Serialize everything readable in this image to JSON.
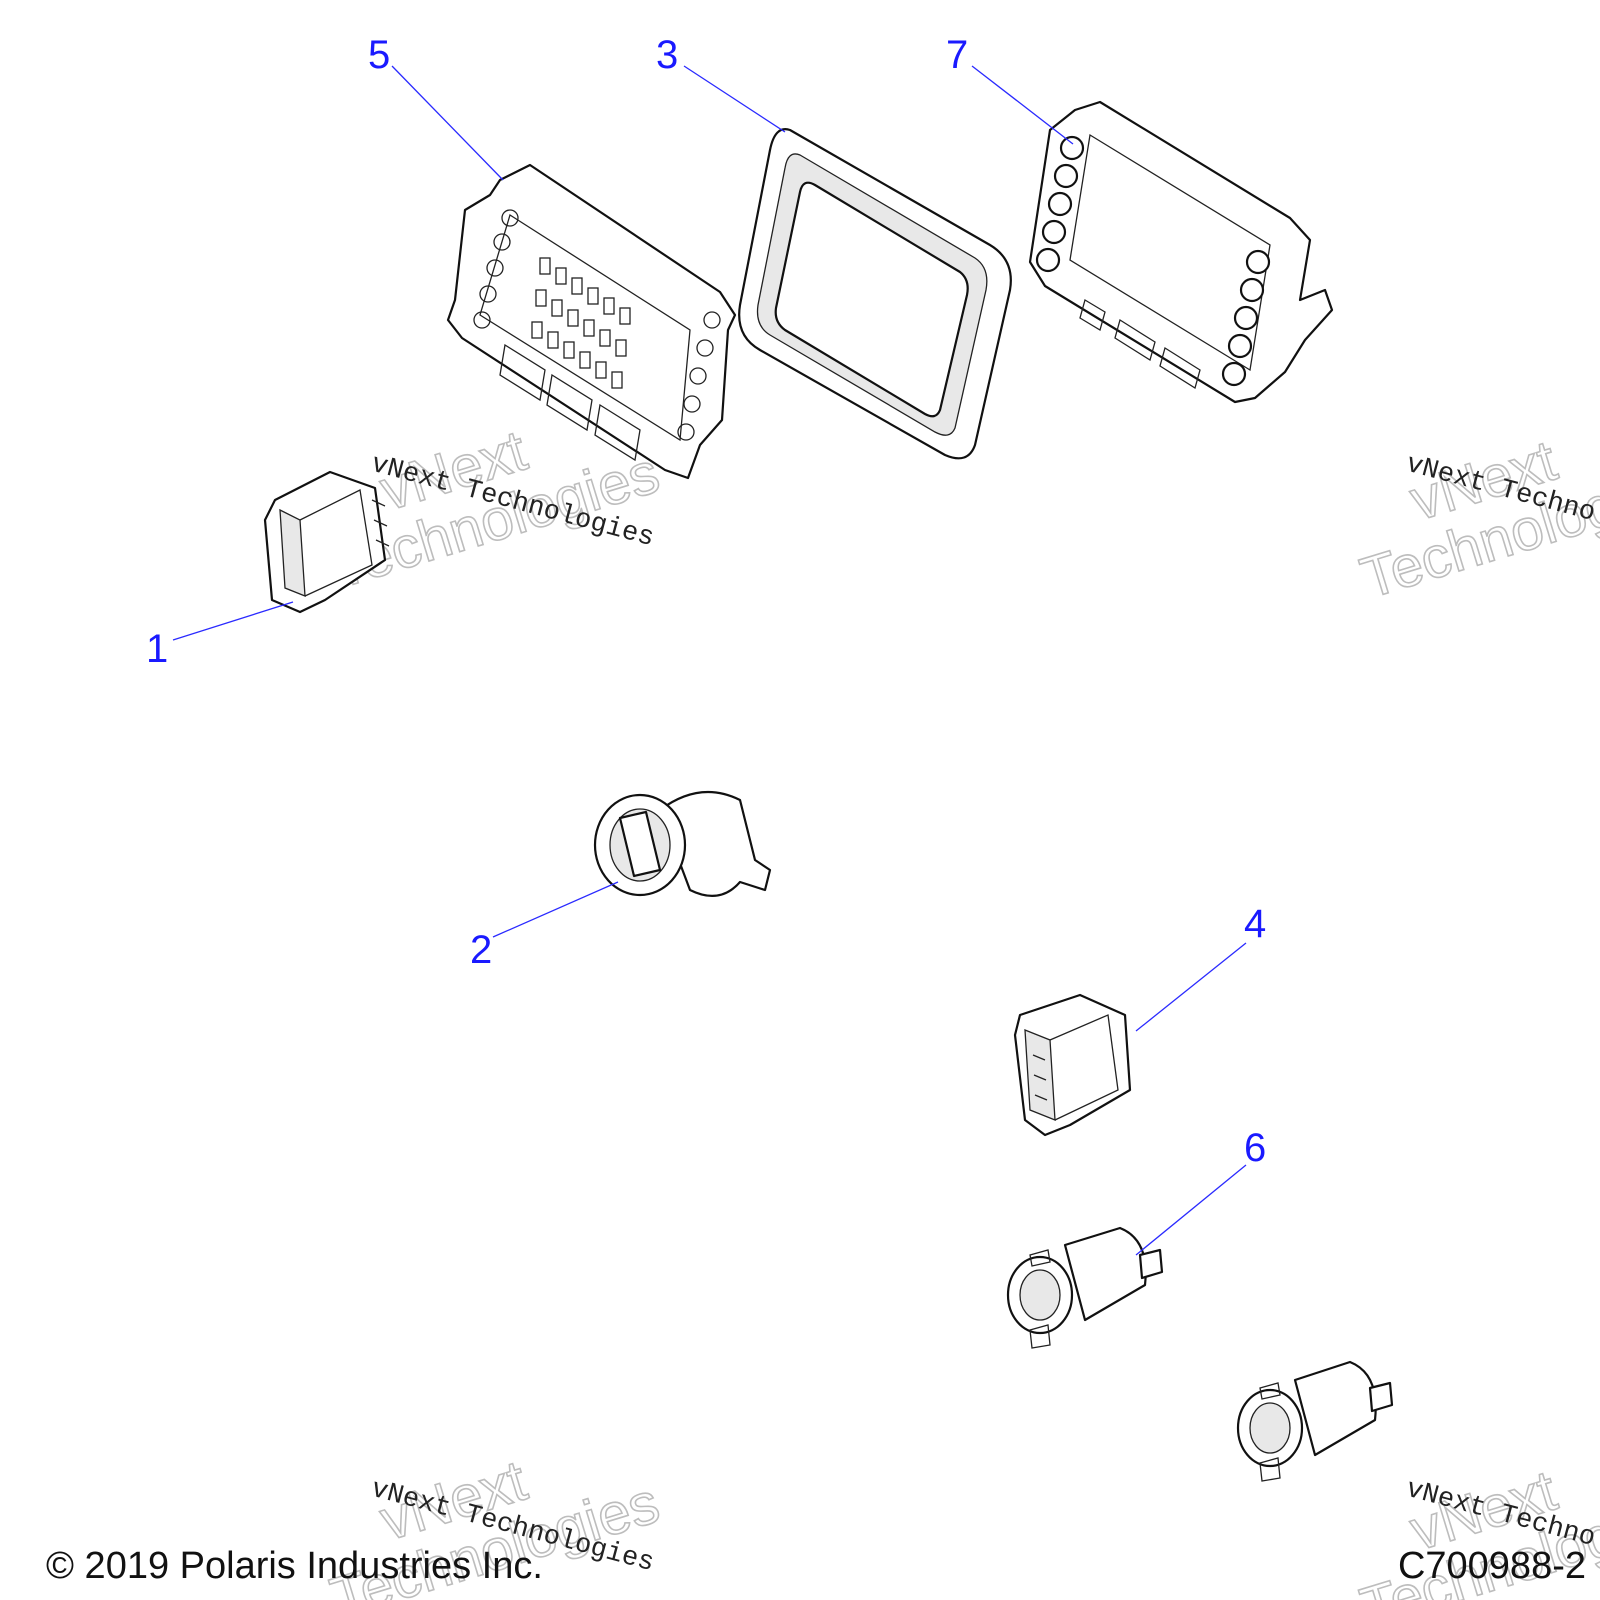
{
  "callouts": [
    "1",
    "2",
    "3",
    "4",
    "5",
    "6",
    "7"
  ],
  "watermark": {
    "line_top": "vNext",
    "line_bottom": "Technologies",
    "script_text": "vNext Technologies"
  },
  "footer": {
    "copyright": "© 2019 Polaris Industries Inc.",
    "drawing_number": "C700988-2"
  },
  "colors": {
    "callout_blue": "#1a1aff",
    "line_art": "#111111",
    "watermark_gray": "#bdbdbd"
  }
}
